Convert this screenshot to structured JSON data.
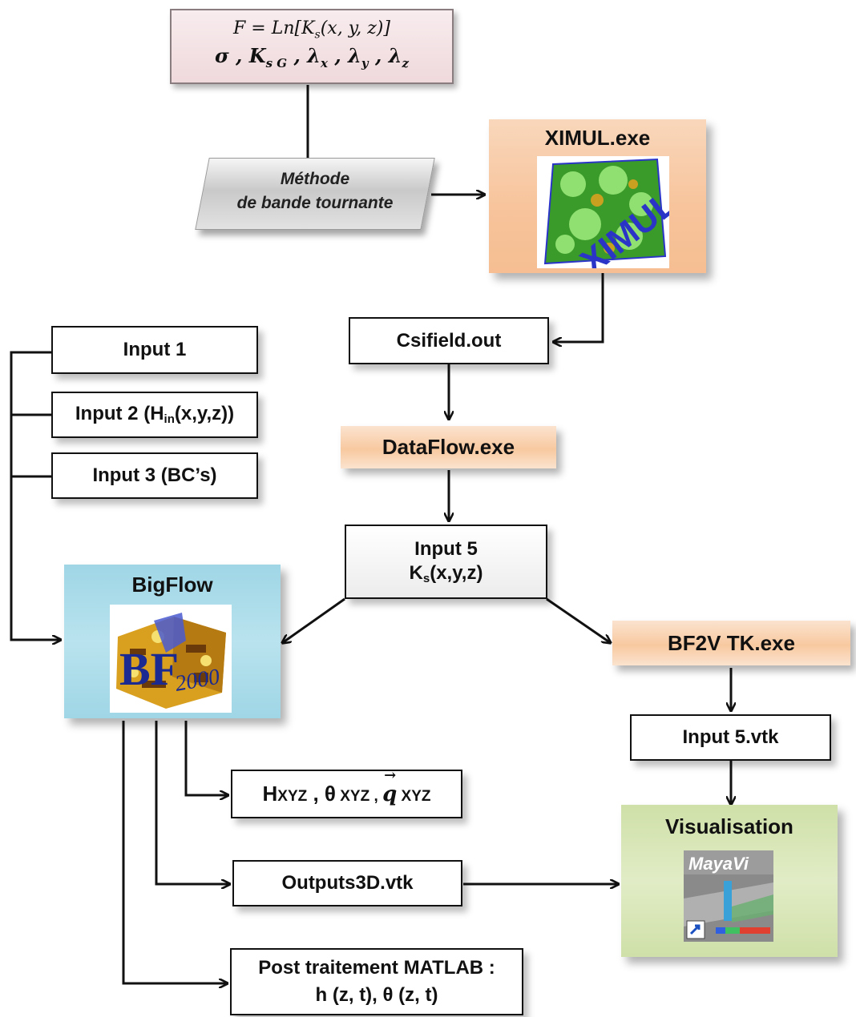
{
  "formula": {
    "line1_lhs": "F = Ln[K",
    "line1_sub": "s",
    "line1_rhs": "(x, y, z)]",
    "line2_sigma": "σ , K",
    "line2_ks_sub": "s G",
    "line2_lx": "λ",
    "line2_lx_sub": "x",
    "line2_ly": "λ",
    "line2_ly_sub": "y",
    "line2_lz": "λ",
    "line2_lz_sub": "z",
    "sep": ","
  },
  "methode": {
    "line1": "Méthode",
    "line2": "de bande tournante"
  },
  "ximul": {
    "title": "XIMUL.exe",
    "logo_text": "XIMUL"
  },
  "csifield": {
    "label": "Csifield.out"
  },
  "dataflow": {
    "label": "DataFlow.exe"
  },
  "input5": {
    "line1": "Input 5",
    "line2_main": "K",
    "line2_sub": "s",
    "line2_rest": "(x,y,z)"
  },
  "inputs": {
    "input1": "Input 1",
    "input2_pre": "Input 2 (H",
    "input2_sub": "in",
    "input2_post": "(x,y,z))",
    "input3": "Input 3 (BC’s)"
  },
  "bigflow": {
    "title": "BigFlow",
    "logo_main": "BF",
    "logo_sub": "2000"
  },
  "bf2vtk": {
    "label": "BF2V TK.exe"
  },
  "input5vtk": {
    "label": "Input 5.vtk"
  },
  "outputs_hxyz": {
    "h": "H",
    "h_sub": "XYZ",
    "comma1": " , ",
    "theta": "θ",
    "theta_sub": " XYZ , ",
    "q": "q",
    "q_sub": " XYZ"
  },
  "outputs3d": {
    "label": "Outputs3D.vtk"
  },
  "visualisation": {
    "title": "Visualisation",
    "logo_text": "MayaVi"
  },
  "post": {
    "line1": "Post traitement MATLAB :",
    "line2": "h (z, t), θ (z, t)"
  },
  "colors": {
    "peach": "#f8c9a0",
    "bigflow_blue": "#a9dbe8",
    "visual_green": "#d2e3b0",
    "formula_pink": "#f3e1e3",
    "line": "#111111"
  }
}
